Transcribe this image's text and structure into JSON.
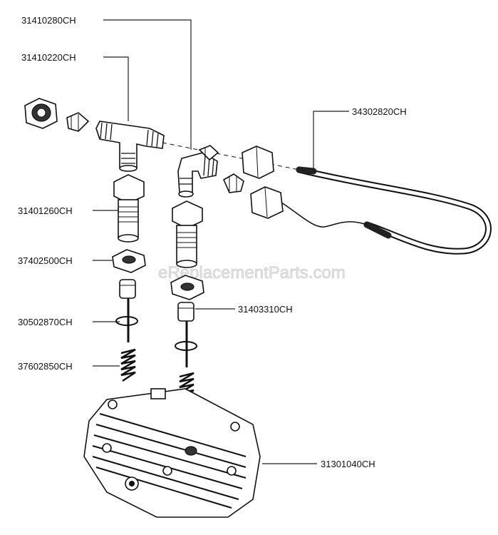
{
  "watermark": "eReplacementParts.com",
  "labels": {
    "p31410280": "31410280CH",
    "p31410220": "31410220CH",
    "p34302820": "34302820CH",
    "p31401260": "31401260CH",
    "p37402500": "37402500CH",
    "p30502870": "30502870CH",
    "p37602850": "37602850CH",
    "p31403310": "31403310CH",
    "p31301040": "31301040CH"
  }
}
